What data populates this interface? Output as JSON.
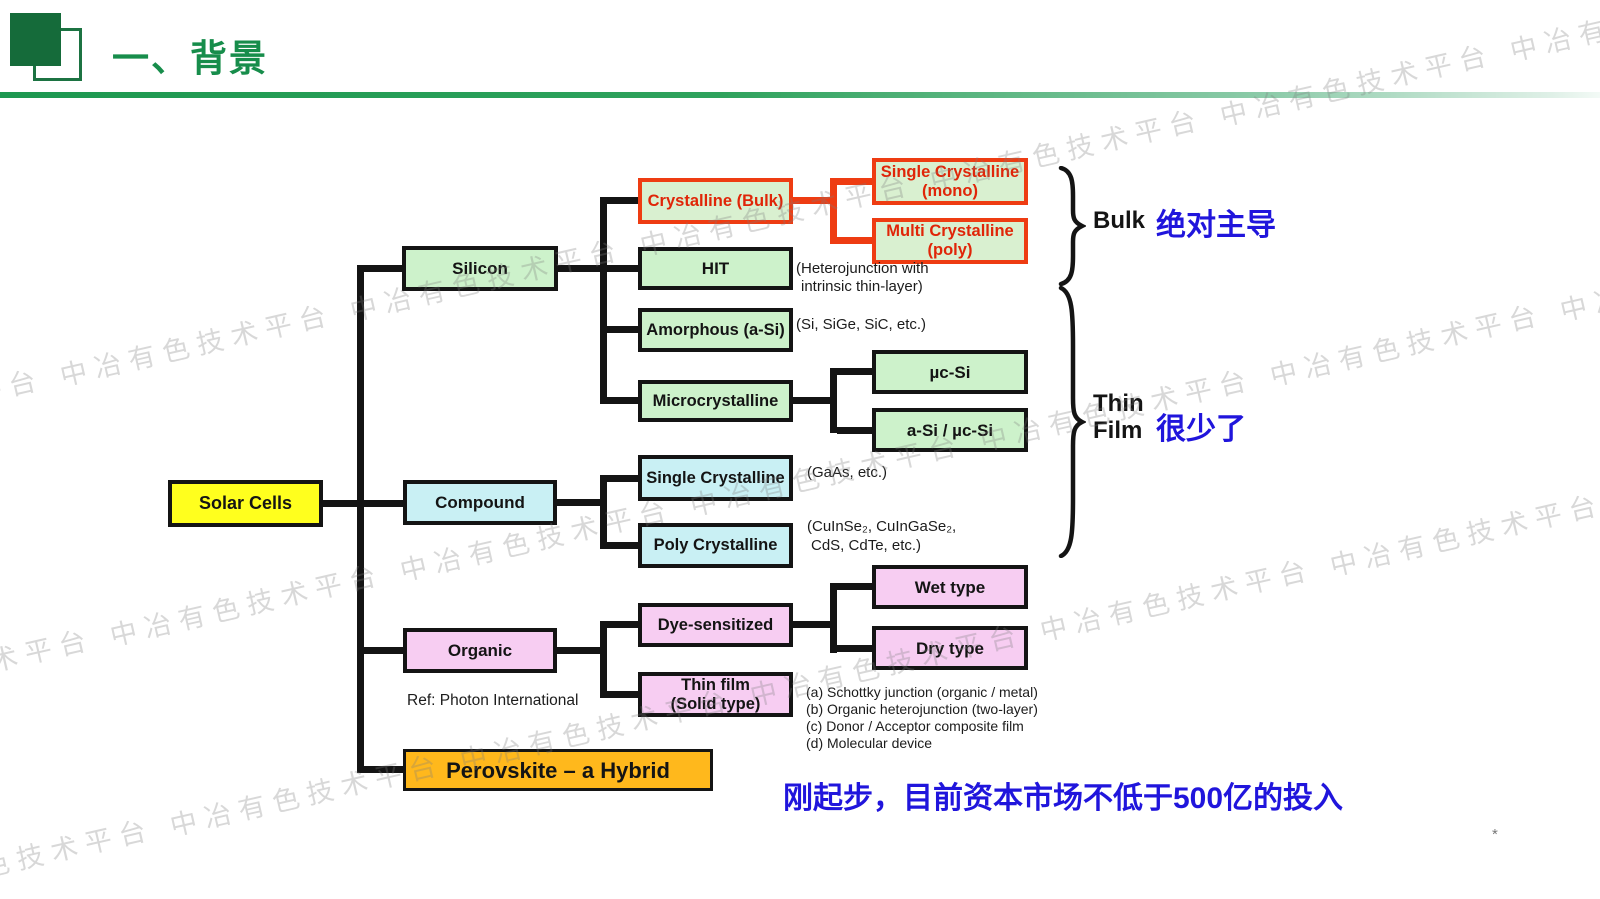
{
  "header": {
    "title": "一、背景"
  },
  "watermark": {
    "text": "中冶有色技术平台"
  },
  "tree": {
    "root": {
      "label": "Solar Cells"
    },
    "branches": {
      "silicon": "Silicon",
      "compound": "Compound",
      "organic": "Organic",
      "perovskite": "Perovskite – a Hybrid"
    },
    "silicon_children": {
      "crystalline_bulk": "Crystalline (Bulk)",
      "hit": "HIT",
      "amorphous": "Amorphous (a-Si)",
      "microcrystalline": "Microcrystalline"
    },
    "crystalline_children": {
      "single_line1": "Single Crystalline",
      "single_line2": "(mono)",
      "multi_line1": "Multi Crystalline",
      "multi_line2": "(poly)"
    },
    "micro_children": {
      "uc_si": "µc-Si",
      "asi_ucsi": "a-Si / µc-Si"
    },
    "compound_children": {
      "single": "Single Crystalline",
      "poly": "Poly Crystalline"
    },
    "organic_children": {
      "dye": "Dye-sensitized",
      "thin_line1": "Thin film",
      "thin_line2": "(Solid type)",
      "wet": "Wet type",
      "dry": "Dry type"
    }
  },
  "notes": {
    "hit_line1": "(Heterojunction with",
    "hit_line2": "intrinsic thin-layer)",
    "amorphous": "(Si, SiGe, SiC, etc.)",
    "gaas": "(GaAs, etc.)",
    "compound_poly_line1": "(CuInSe₂, CuInGaSe₂,",
    "compound_poly_line2": "CdS, CdTe, etc.)",
    "organic_types": [
      "(a) Schottky junction (organic / metal)",
      "(b) Organic heterojunction (two-layer)",
      "(c) Donor / Acceptor composite film",
      "(d) Molecular device"
    ],
    "ref": "Ref: Photon International"
  },
  "labels": {
    "bulk": "Bulk",
    "bulk_comment": "绝对主导",
    "thin": "Thin",
    "film": "Film",
    "thin_comment": "很少了",
    "bottom_comment": "刚起步，目前资本市场不低于500亿的投入",
    "footnote": "*"
  },
  "colors": {
    "title_green": "#178d4b",
    "header_square_green": "#156b3a",
    "box_green": "#cdf2cb",
    "box_cyan": "#c9f0f4",
    "box_pink": "#f7cdf2",
    "box_yellow": "#ffff1e",
    "box_orange": "#ffb81c",
    "red_accent": "#ee3c12",
    "blue_text": "#2015dc",
    "line_black": "#141414"
  }
}
